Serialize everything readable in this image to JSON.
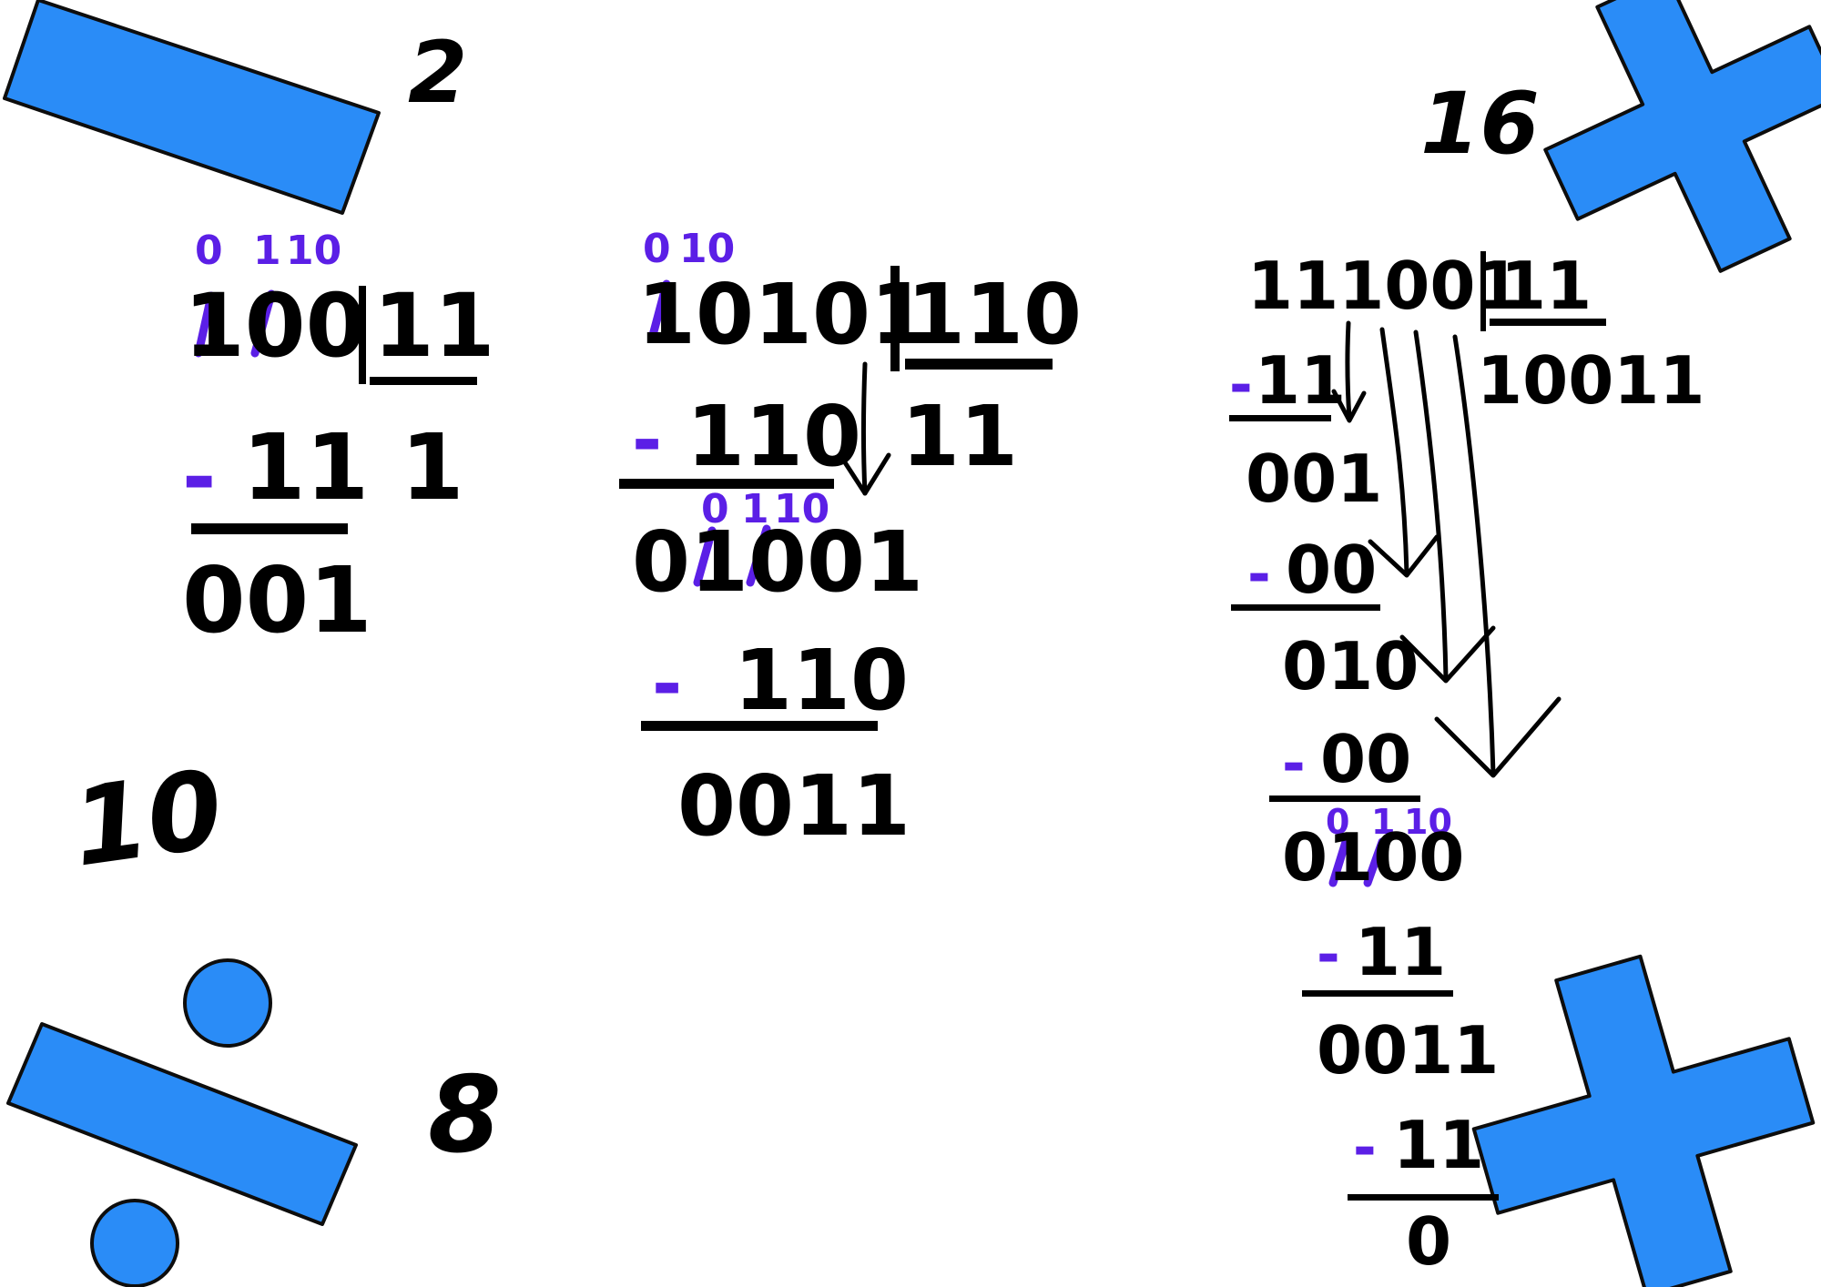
{
  "colors": {
    "shape_blue": "#2a8cf7",
    "shape_stroke": "#0d0d0d",
    "ink": "#000000",
    "accent_purple": "#5b1fe6"
  },
  "corner_labels": {
    "top_left": "2",
    "top_right": "16",
    "bottom_left_ten": "10",
    "bottom_left_eight": "8"
  },
  "icons": {
    "top_left": "minus-icon",
    "top_right": "plus-icon",
    "bottom_left": "division-icon",
    "bottom_right": "plus-icon"
  },
  "problem1": {
    "dividend": "100",
    "divisor": "11",
    "quotient": "1",
    "minus": "-",
    "sub1": "11",
    "result": "001",
    "borrow": {
      "a": "0",
      "b": "1",
      "c": "10"
    }
  },
  "problem2": {
    "dividend": "10101",
    "divisor": "110",
    "quotient": "11",
    "minus": "-",
    "sub1": "110",
    "rem1": "01001",
    "sub2": "110",
    "result": "0011",
    "borrow1": {
      "a": "0",
      "b": "10"
    },
    "borrow2": {
      "a": "0",
      "b": "1",
      "c": "10"
    }
  },
  "problem3": {
    "dividend": "111001",
    "divisor": "11",
    "quotient": "10011",
    "minus": "-",
    "sub1": "11",
    "rem1": "001",
    "sub2": "00",
    "rem2": "010",
    "sub3": "00",
    "rem3": "0100",
    "sub4": "11",
    "rem4": "0011",
    "sub5": "11",
    "result": "0",
    "borrow": {
      "a": "0",
      "b": "1",
      "c": "10"
    }
  }
}
